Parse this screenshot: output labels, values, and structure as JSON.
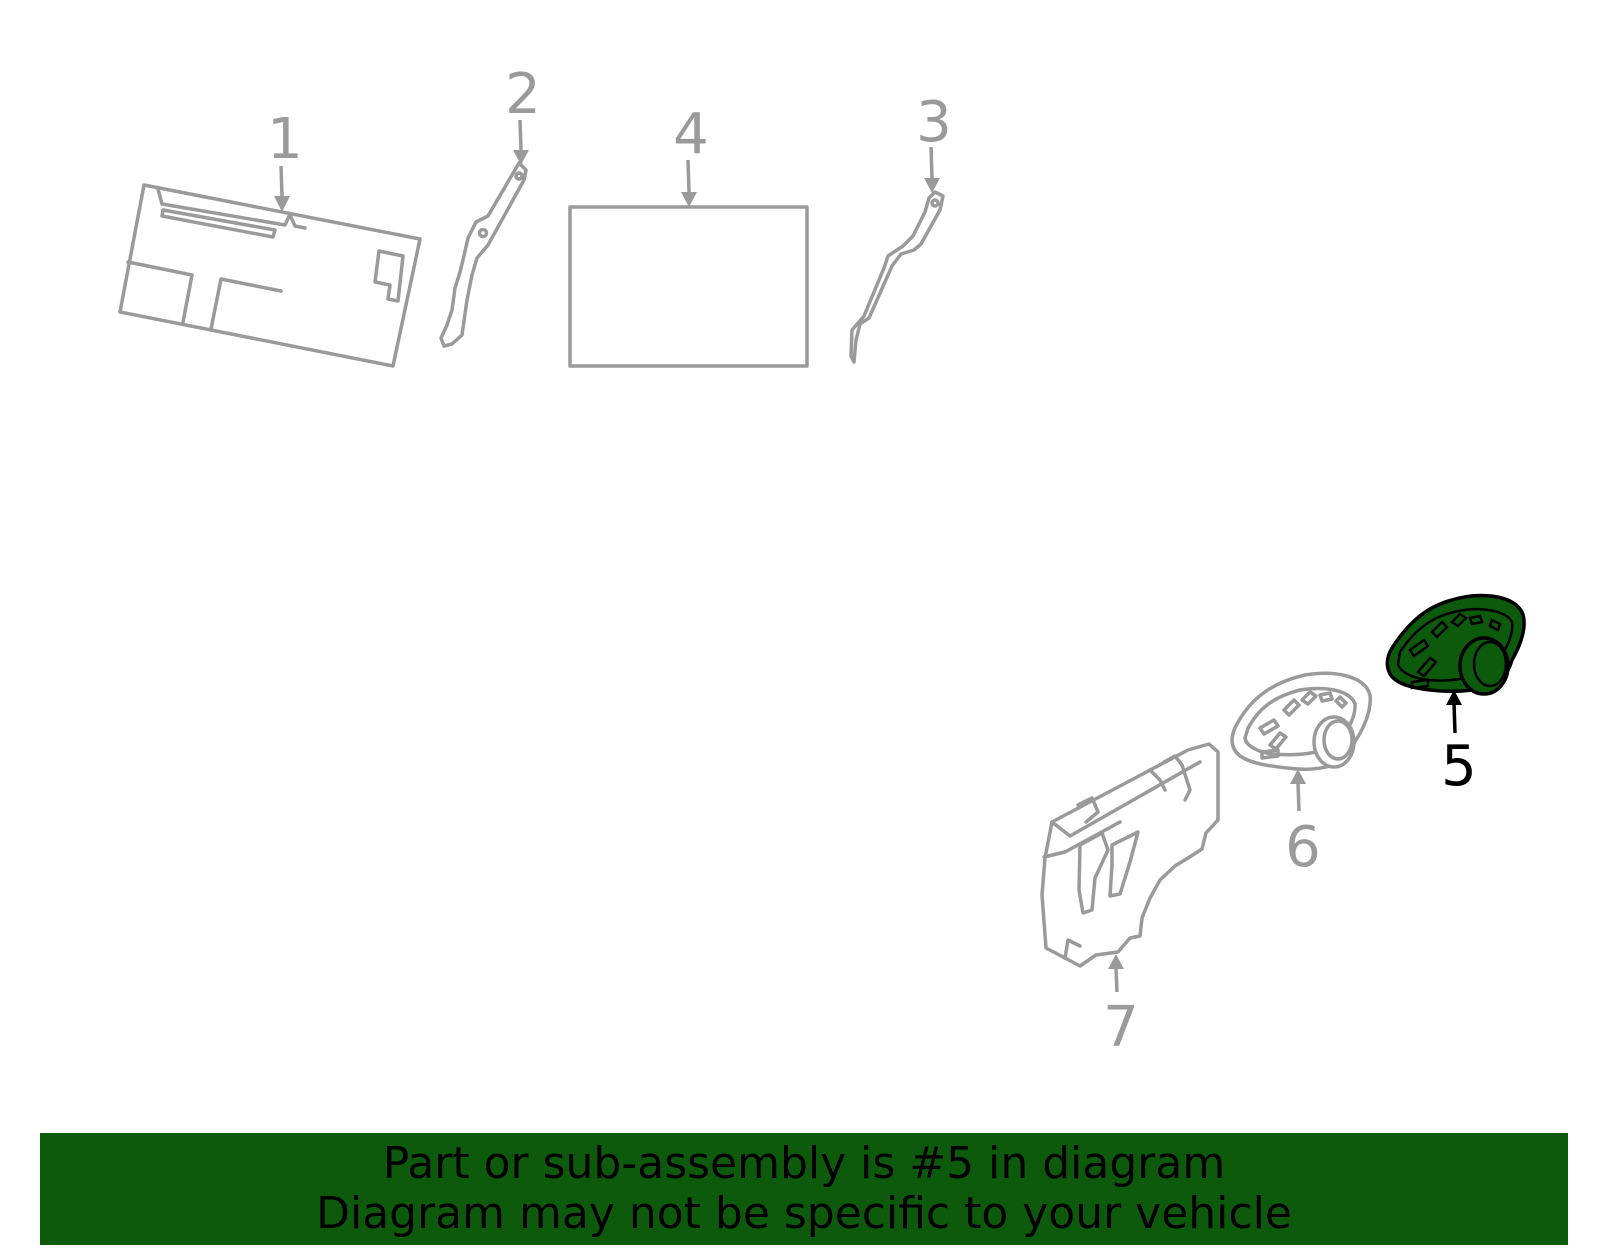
{
  "callouts": {
    "c1": "1",
    "c2": "2",
    "c3": "3",
    "c4": "4",
    "c5": "5",
    "c6": "6",
    "c7": "7"
  },
  "highlighted_part": "5",
  "colors": {
    "part_outline": "#9a9a9a",
    "highlight_fill": "#0d5a0d",
    "banner_background": "#0d5a0d",
    "text_highlight": "#000000"
  },
  "banner": {
    "line1": "Part or sub-assembly is #5 in diagram",
    "line2": "Diagram may not be specific to your vehicle"
  }
}
